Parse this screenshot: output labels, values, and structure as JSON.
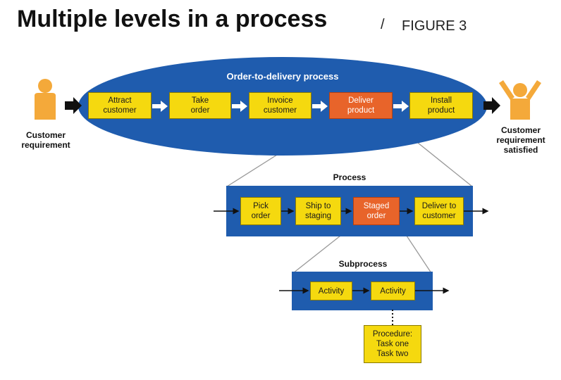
{
  "title": "Multiple levels in a process",
  "separator": "/",
  "figure": "FIGURE 3",
  "colors": {
    "blue": "#1f5cae",
    "yellow": "#f5d90f",
    "orange": "#e8642a",
    "person": "#f4a93a"
  },
  "customer_requirement": "Customer\nrequirement",
  "customer_satisfied": "Customer\nrequirement\nsatisfied",
  "top_level": {
    "label": "Order-to-delivery process",
    "steps": [
      "Attract\ncustomer",
      "Take\norder",
      "Invoice\ncustomer",
      "Deliver\nproduct",
      "Install\nproduct"
    ]
  },
  "process_level": {
    "label": "Process",
    "steps": [
      "Pick\norder",
      "Ship to\nstaging",
      "Staged\norder",
      "Deliver to\ncustomer"
    ]
  },
  "subprocess_level": {
    "label": "Subprocess",
    "steps": [
      "Activity",
      "Activity"
    ]
  },
  "procedure": "Procedure:\nTask one\nTask two"
}
